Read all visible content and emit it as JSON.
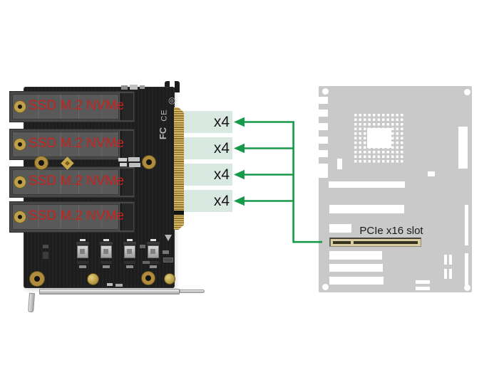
{
  "card": {
    "ssd_slots": [
      {
        "label": "SSD M.2 NVMe"
      },
      {
        "label": "SSD M.2 NVMe"
      },
      {
        "label": "SSD M.2 NVMe"
      },
      {
        "label": "SSD M.2 NVMe"
      }
    ],
    "cert_marks": {
      "weee": "◎",
      "ce": "CE",
      "fcc": "FC"
    }
  },
  "lanes": {
    "items": [
      {
        "label": "x4"
      },
      {
        "label": "x4"
      },
      {
        "label": "x4"
      },
      {
        "label": "x4"
      }
    ]
  },
  "motherboard": {
    "slot_label": "PCIe x16 slot"
  },
  "colors": {
    "wire_green": "#169a4a",
    "lane_band_mint": "#dae8e2",
    "ssd_label_red": "#c5231e",
    "motherboard_gray": "#c9c9c9",
    "slot_beige": "#d8cda2",
    "connector_gold": "#c2a04e",
    "pcb_black": "#1d1d1d"
  }
}
